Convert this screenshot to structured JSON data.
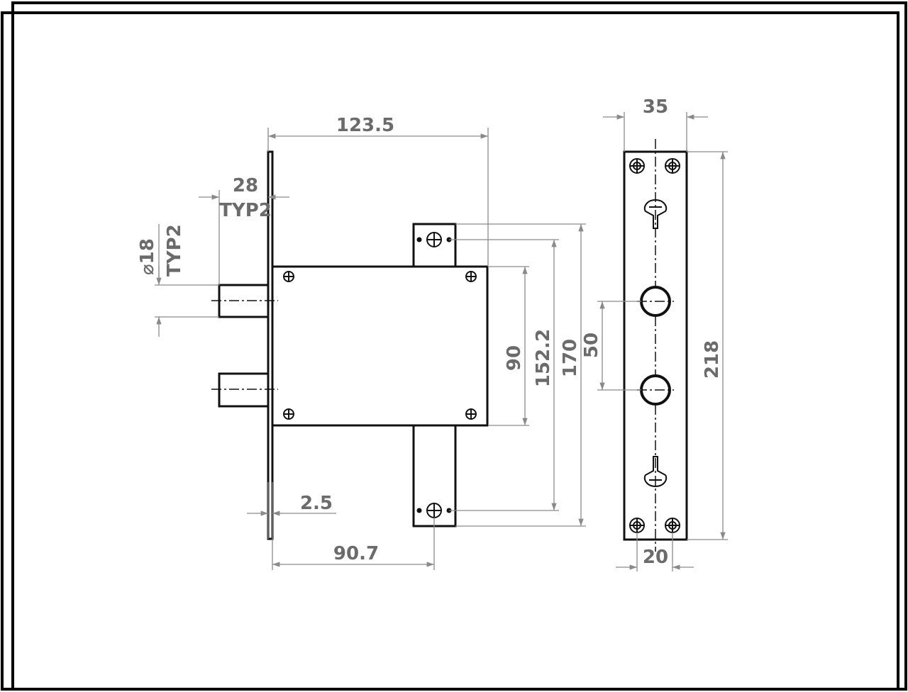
{
  "dimensions": {
    "overall_width": "123.5",
    "bolt_projection": "28",
    "bolt_projection_note": "TYP2",
    "bolt_diameter_symbol": "⌀",
    "bolt_diameter": "18",
    "bolt_diameter_note": "TYP2",
    "faceplate_thickness": "2.5",
    "backset": "90.7",
    "case_height": "90",
    "fixing_centres": "152.2",
    "bracket_height": "170",
    "bolt_spacing": "50",
    "strike_width": "35",
    "strike_height": "218",
    "strike_hole_spacing": "20"
  },
  "colors": {
    "line": "#111111",
    "dimension_text": "#6b6b6b",
    "dimension_line": "#8a8a8a"
  },
  "icons": [
    "screw-hole-icon",
    "key-icon"
  ]
}
